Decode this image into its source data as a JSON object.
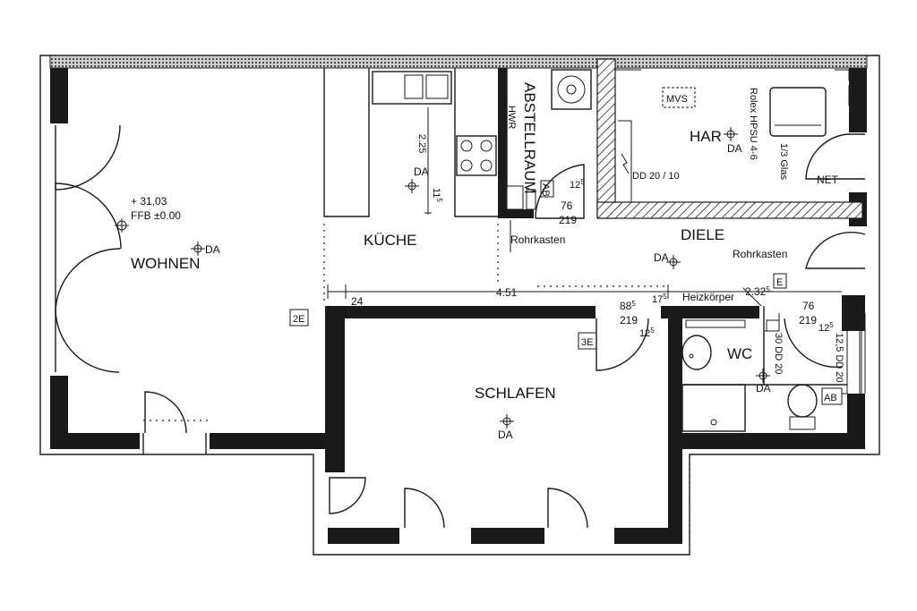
{
  "rooms": {
    "wohnen": "WOHNEN",
    "kueche": "KÜCHE",
    "abstellraum": "ABSTELLRAUM",
    "hwr_abbr": "HWR",
    "har": "HAR",
    "diele": "DIELE",
    "schlafen": "SCHLAFEN",
    "wc": "WC"
  },
  "labels": {
    "da": "DA",
    "elevation": "+ 31,03",
    "ffb": "FFB ±0.00",
    "mvs": "MVS",
    "rolex": "Rolex HPSU 4-6",
    "glas": "1/3 Glas",
    "net": "NET",
    "rohrkasten": "Rohrkasten",
    "heizkoerper": "Heizkörper",
    "dd_har": "DD 20 / 10",
    "dd_wc1": "30 DD 20",
    "dd_wc2": "12,5 DD 20"
  },
  "tags": {
    "e2": "2E",
    "e3": "3E",
    "e": "E",
    "ab1": "AB",
    "ab2": "AB"
  },
  "dimensions": {
    "d225": "2.25",
    "d11": "11",
    "d11_sup": "5",
    "d76a": "76",
    "d219a": "219",
    "d125a": "12",
    "d125a_sup": "5",
    "d24": "24",
    "d451": "4.51",
    "d885": "88",
    "d885_sup": "5",
    "d219b": "219",
    "d175": "17",
    "d175_sup": "5",
    "d125b": "12",
    "d125b_sup": "5",
    "d232": "2.32",
    "d232_sup": "5",
    "d76b": "76",
    "d219c": "219",
    "d125c": "12",
    "d125c_sup": "5"
  }
}
